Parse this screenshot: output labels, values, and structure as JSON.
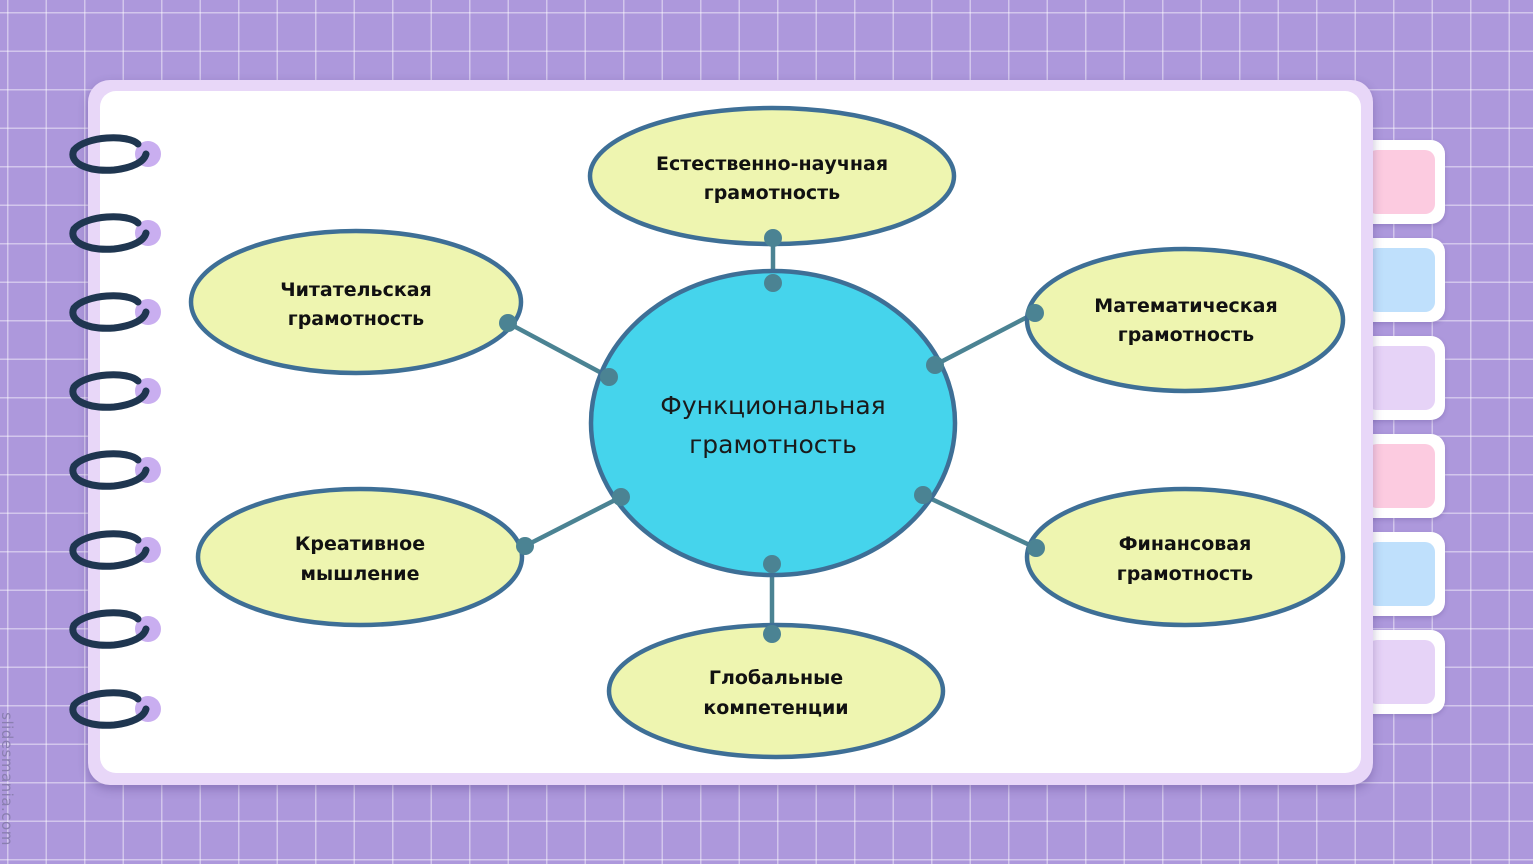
{
  "diagram": {
    "center": {
      "line1": "Функциональная",
      "line2": "грамотность"
    },
    "nodes": {
      "science": {
        "line1": "Естественно-научная",
        "line2": "грамотность"
      },
      "reading": {
        "line1": "Читательская",
        "line2": "грамотность"
      },
      "math": {
        "line1": "Математическая",
        "line2": "грамотность"
      },
      "creative": {
        "line1": "Креативное",
        "line2": "мышление"
      },
      "finance": {
        "line1": "Финансовая",
        "line2": "грамотность"
      },
      "global": {
        "line1": "Глобальные",
        "line2": "компетенции"
      }
    }
  },
  "watermark": "slidesmania.com",
  "colors": {
    "background": "#ad98dc",
    "center_fill": "#45d4ec",
    "node_fill": "#eef5b0",
    "outline": "#3e6f96",
    "connector": "#4b8393",
    "tab_pink": "#fccbe0",
    "tab_blue": "#bfe0fc",
    "tab_lavender": "#e6d3f7"
  },
  "icons": {
    "binding_ring": "ring-icon"
  }
}
